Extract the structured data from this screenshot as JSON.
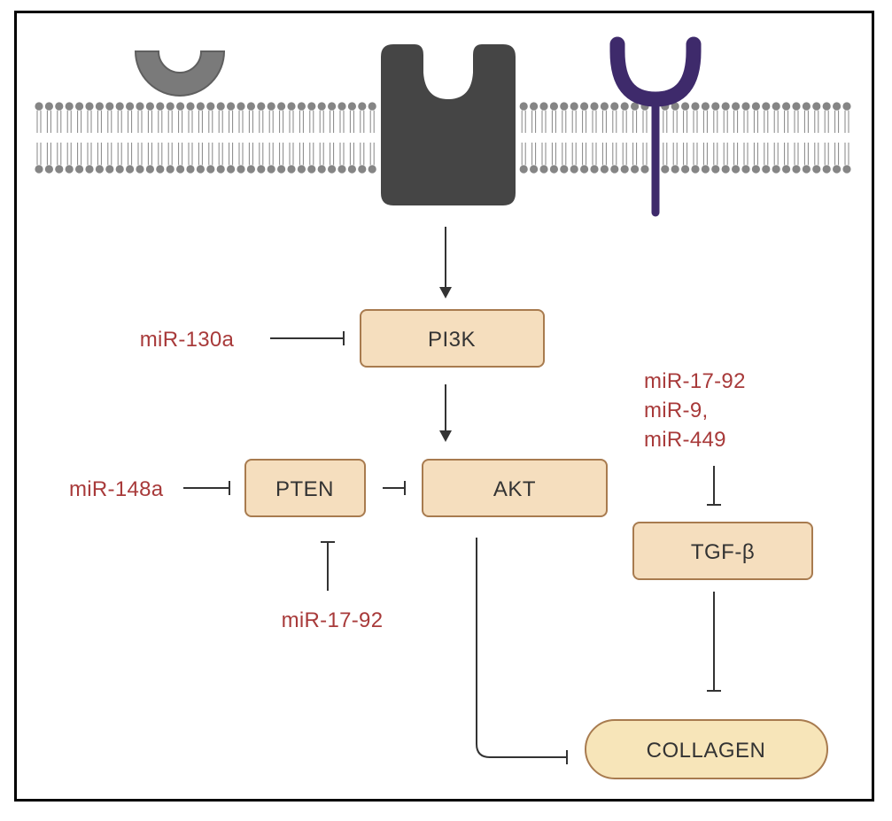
{
  "nodes": {
    "pi3k": "PI3K",
    "pten": "PTEN",
    "akt": "AKT",
    "tgfb": "TGF-β",
    "collagen": "COLLAGEN"
  },
  "mirnas": {
    "mir130a": "miR-130a",
    "mir148a": "miR-148a",
    "mir1792_pten": "miR-17-92",
    "tgf_group": [
      "miR-17-92",
      "miR-9,",
      "miR-449"
    ]
  },
  "colors": {
    "node_fill": "#F5DEBE",
    "node_stroke": "#A87B4F",
    "collagen_fill": "#F7E5B9",
    "mirna_text": "#A83A3A",
    "receptor_gray": "#7A7A7A",
    "receptor_dark": "#454545",
    "receptor_purple": "#3E2A6B",
    "membrane": "#858585"
  }
}
